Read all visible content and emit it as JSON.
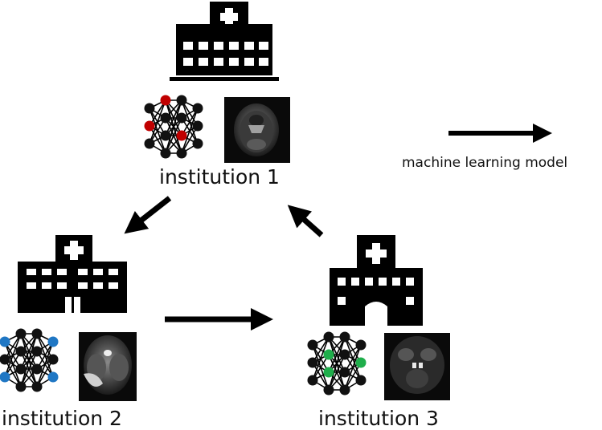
{
  "institutions": [
    {
      "label": "institution 1",
      "accent": "#c00000"
    },
    {
      "label": "institution 2",
      "accent": "#1f77c4"
    },
    {
      "label": "institution 3",
      "accent": "#1fae4b"
    }
  ],
  "legend": {
    "label": "machine learning model"
  },
  "colors": {
    "ink": "#000000",
    "node": "#111111",
    "mri_bg": "#0a0a0a"
  },
  "icons": [
    "hospital-icon",
    "neural-network-icon",
    "mri-scan",
    "arrow-icon"
  ]
}
